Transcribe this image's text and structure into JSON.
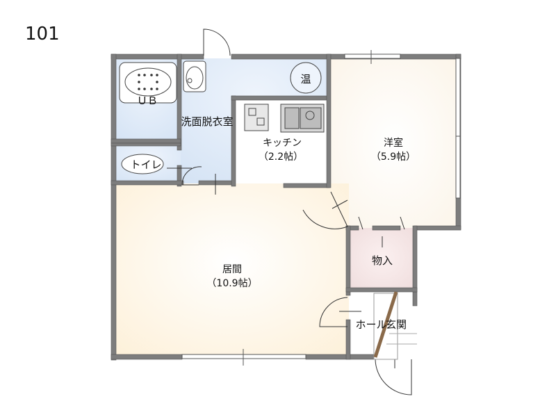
{
  "unit_number": "101",
  "rooms": {
    "unit_bath": {
      "label": "ＵＢ"
    },
    "washroom": {
      "label": "洗面脱衣室"
    },
    "water_heater": {
      "label": "温"
    },
    "kitchen": {
      "label": "キッチン",
      "size": "（2.2帖）"
    },
    "western_room": {
      "label": "洋室",
      "size": "（5.9帖）"
    },
    "toilet": {
      "label": "トイレ"
    },
    "living": {
      "label": "居間",
      "size": "（10.9帖）"
    },
    "storage": {
      "label": "物入"
    },
    "hall": {
      "label": "ホール"
    },
    "entrance": {
      "label": "玄関"
    }
  },
  "colors": {
    "wall": "#7d7d7d",
    "bath": "#dde9f7",
    "living": "#fff6e4",
    "storage": "#f6e4e4",
    "floor": "#ffffff"
  }
}
